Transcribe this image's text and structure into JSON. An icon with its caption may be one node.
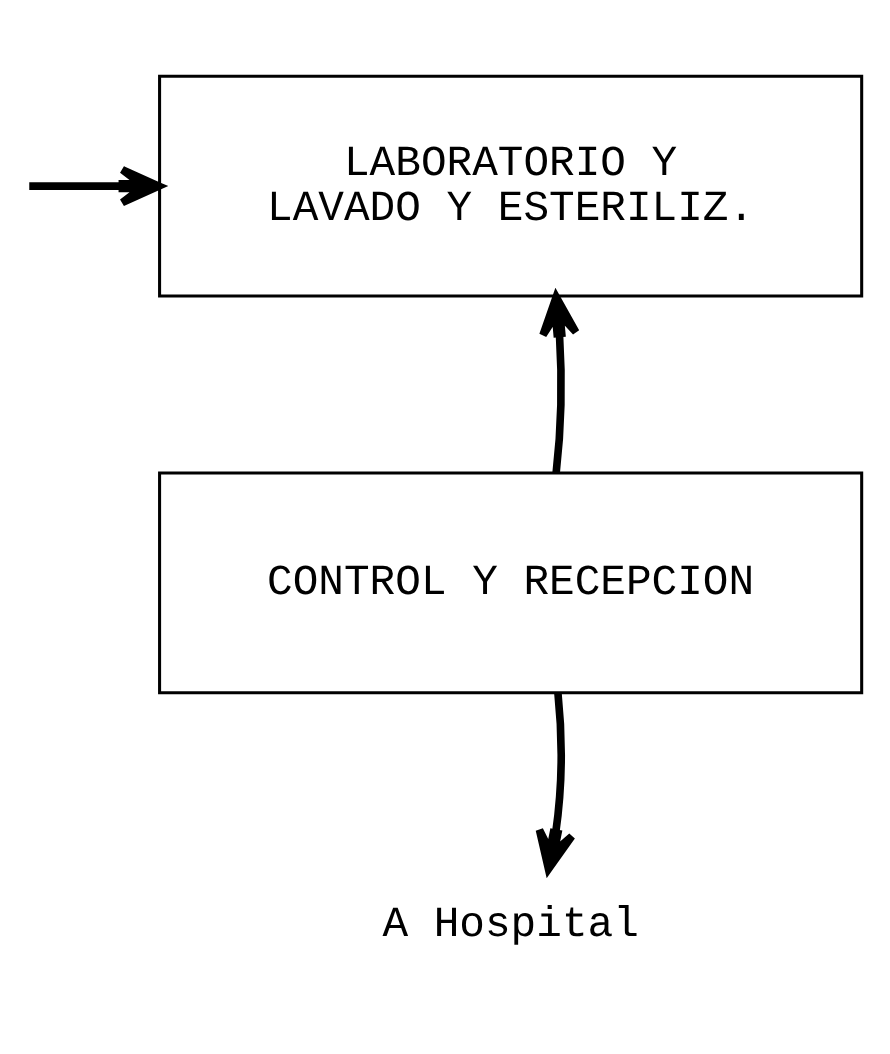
{
  "diagram": {
    "nodes": [
      {
        "text": [
          "LABORATORIO Y LAVADO Y ESTERILIZ."
        ]
      },
      {
        "text": [
          "CONTROL Y RECEPCION"
        ]
      },
      {
        "text": [
          "A Hospital"
        ]
      }
    ],
    "edges": [
      {
        "from": null,
        "to": 0,
        "arrow": "to"
      },
      {
        "from": 1,
        "to": 0,
        "arrow": "to"
      },
      {
        "from": 1,
        "to": 2,
        "arrow": "to"
      }
    ]
  }
}
